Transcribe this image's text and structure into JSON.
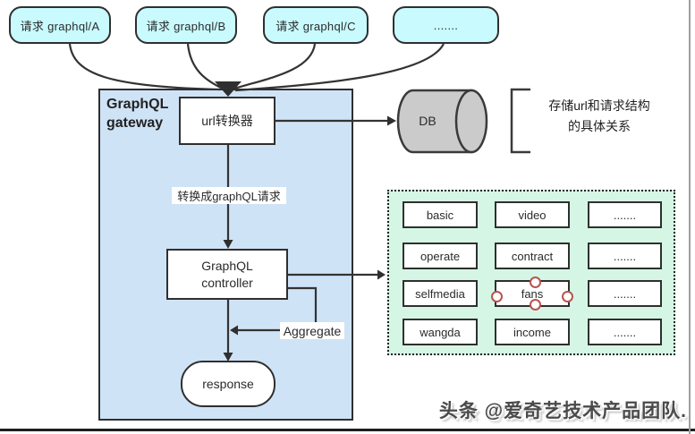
{
  "requests": {
    "items": [
      "请求 graphql/A",
      "请求 graphql/B",
      "请求 graphql/C",
      "......."
    ]
  },
  "gateway": {
    "title_line1": "GraphQL",
    "title_line2": "gateway",
    "url_converter_label": "url转换器",
    "convert_label": "转换成graphQL请求",
    "controller_line1": "GraphQL",
    "controller_line2": "controller",
    "aggregate_label": "Aggregate",
    "response_label": "response"
  },
  "db": {
    "label": "DB",
    "note_line1": "存储url和请求结构",
    "note_line2": "的具体关系"
  },
  "services": {
    "rows": [
      [
        "basic",
        "video",
        "......."
      ],
      [
        "operate",
        "contract",
        "......."
      ],
      [
        "selfmedia",
        "fans",
        "......."
      ],
      [
        "wangda",
        "income",
        "......."
      ]
    ]
  },
  "watermark": "头条 @爱奇艺技术产品团队.",
  "colors": {
    "request_pill_bg": "#c9fbfe",
    "gateway_bg": "#cfe3f6",
    "services_bg": "#d5f6e5",
    "db_bg": "#cbcbcb",
    "line": "#333333",
    "handle_stroke": "#b85450"
  }
}
